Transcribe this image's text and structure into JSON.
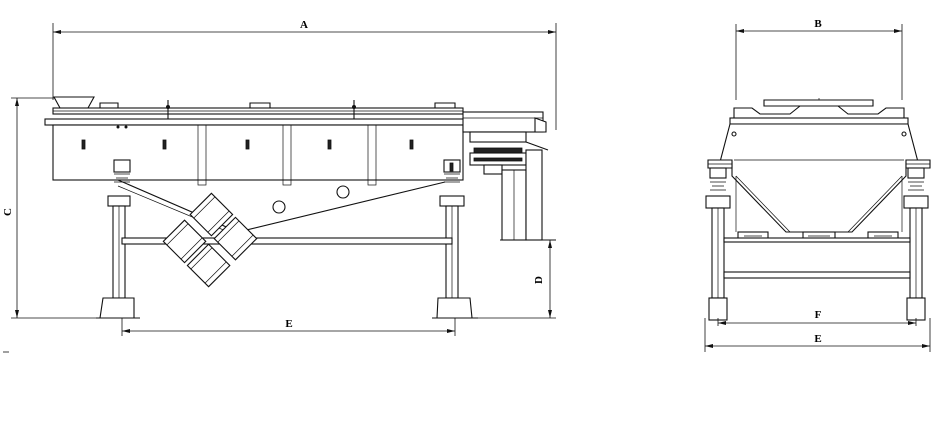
{
  "dimensions": {
    "overall_length": "A",
    "overall_width": "B",
    "overall_height": "C",
    "discharge_height": "D",
    "support_span_side": "E",
    "support_span_front": "F",
    "base_width_front": "E"
  }
}
